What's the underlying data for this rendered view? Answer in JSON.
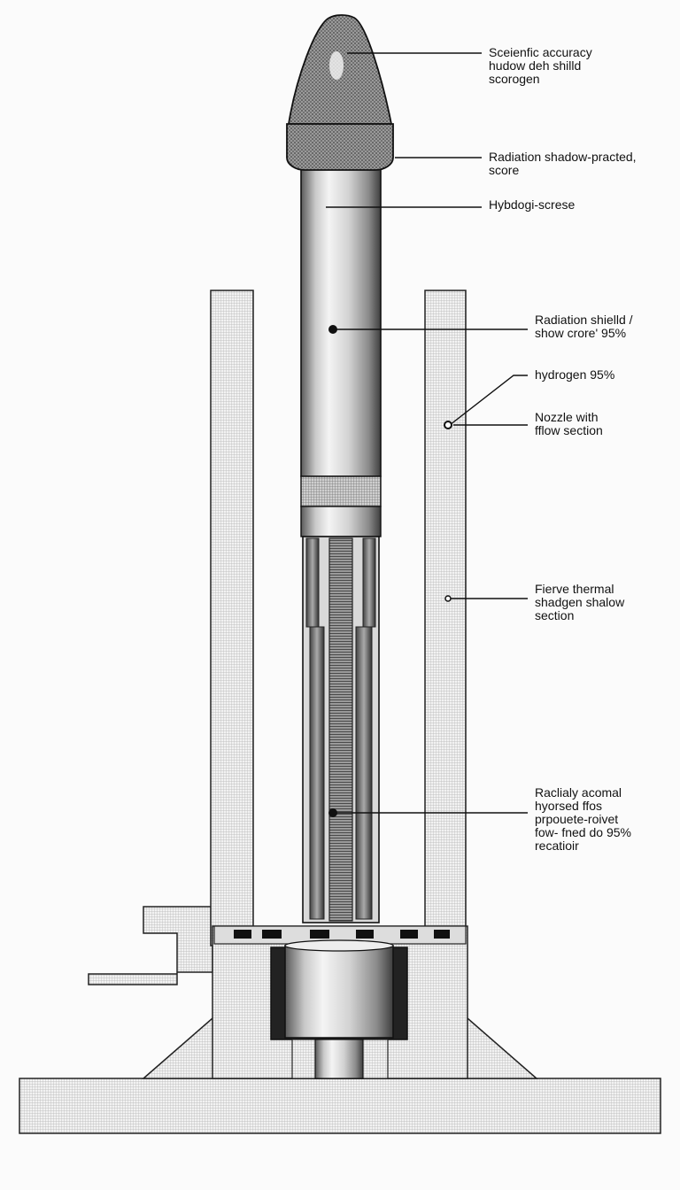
{
  "colors": {
    "background": "#fbfbfb",
    "ink": "#111111",
    "metal_light": "#e8e8e8",
    "metal_mid": "#a9a9a9",
    "metal_dark": "#555555"
  },
  "labels": [
    {
      "id": "nose",
      "lines": [
        "Sceienfic accuracy",
        "hudow deh shilld",
        "scorogen"
      ]
    },
    {
      "id": "collar",
      "lines": [
        "Radiation shadow-practed,",
        "score"
      ]
    },
    {
      "id": "upper-tube",
      "lines": [
        "Hybdogi-screse"
      ]
    },
    {
      "id": "shield",
      "lines": [
        "Radiation shielld /",
        "show crore' 95%"
      ]
    },
    {
      "id": "hydrogen",
      "lines": [
        "hydrogen 95%"
      ]
    },
    {
      "id": "nozzle",
      "lines": [
        "Nozzle with",
        "fflow section"
      ]
    },
    {
      "id": "thermal",
      "lines": [
        "Fierve thermal",
        "shadgen shalow",
        "section"
      ]
    },
    {
      "id": "reactor",
      "lines": [
        "Raclialy acomal",
        "hyorsed ffos",
        "prpouete-roivet",
        "fow- fned do 95%",
        "recatioir"
      ]
    }
  ],
  "icons": [
    "pointer-dot",
    "callout-leader-line"
  ]
}
